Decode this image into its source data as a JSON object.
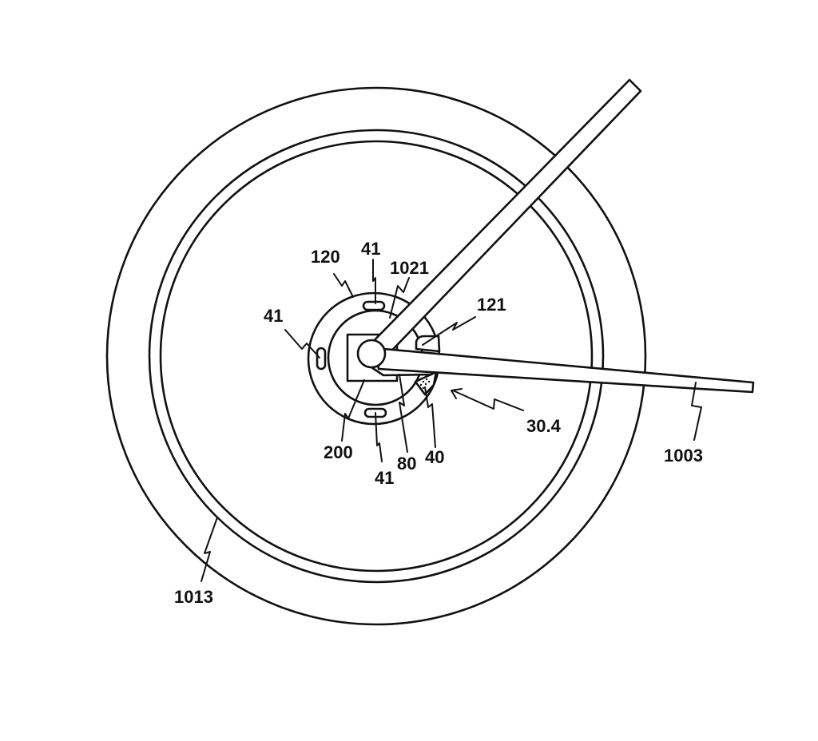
{
  "figure": {
    "type": "patent-drawing",
    "description": "Front view of bicycle wheel with crank arm, pedal-side hub assembly and spoke",
    "labels": {
      "l120": "120",
      "l41_top": "41",
      "l1021": "1021",
      "l121": "121",
      "l41_left": "41",
      "l30_4": "30.4",
      "l1003": "1003",
      "l200": "200",
      "l41_bottom": "41",
      "l80": "80",
      "l40": "40",
      "l1013": "1013"
    },
    "colors": {
      "stroke": "#111111",
      "background": "#ffffff"
    }
  }
}
